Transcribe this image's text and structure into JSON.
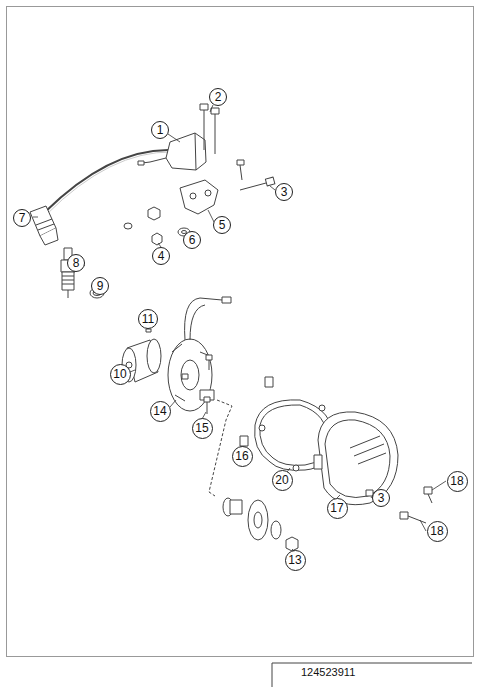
{
  "diagram": {
    "nodes": [
      {
        "text": [
          "2"
        ]
      },
      {
        "text": [
          "1"
        ]
      },
      {
        "text": [
          "3"
        ]
      },
      {
        "text": [
          "7"
        ]
      },
      {
        "text": [
          "5"
        ]
      },
      {
        "text": [
          "6"
        ]
      },
      {
        "text": [
          "4"
        ]
      },
      {
        "text": [
          "8"
        ]
      },
      {
        "text": [
          "9"
        ]
      },
      {
        "text": [
          "11"
        ]
      },
      {
        "text": [
          "10"
        ]
      },
      {
        "text": [
          "14"
        ]
      },
      {
        "text": [
          "15"
        ]
      },
      {
        "text": [
          "16"
        ]
      },
      {
        "text": [
          "20"
        ]
      },
      {
        "text": [
          "18"
        ]
      },
      {
        "text": [
          "3"
        ]
      },
      {
        "text": [
          "17"
        ]
      },
      {
        "text": [
          "18"
        ]
      },
      {
        "text": [
          "13"
        ]
      }
    ],
    "edges": [],
    "labels": [
      "124523911"
    ]
  }
}
